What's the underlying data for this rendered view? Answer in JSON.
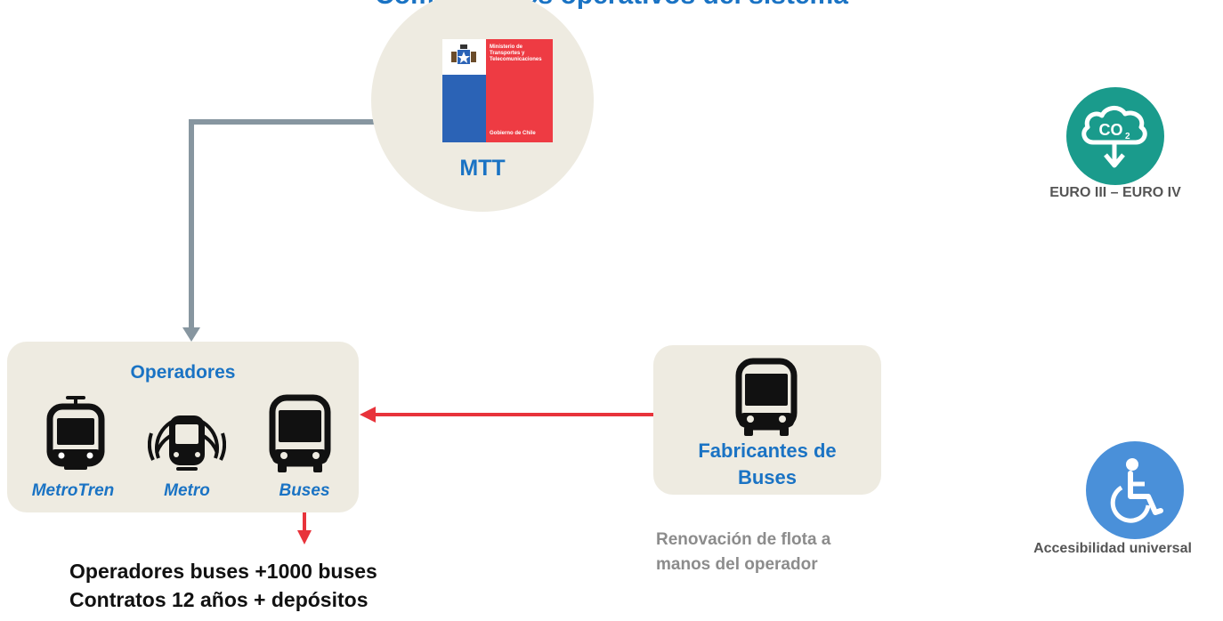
{
  "title": "Componentes operativos del sistema",
  "mtt": {
    "label": "MTT",
    "logo_text_top": [
      "Ministerio de",
      "Transportes y",
      "Telecomunicaciones"
    ],
    "logo_text_bottom": "Gobierno de Chile",
    "logo_colors": {
      "blue": "#2b63b6",
      "red": "#ee3b43"
    }
  },
  "operadores": {
    "title": "Operadores",
    "modes": [
      {
        "label": "MetroTren",
        "icon": "tram-icon"
      },
      {
        "label": "Metro",
        "icon": "metro-icon"
      },
      {
        "label": "Buses",
        "icon": "bus-icon"
      }
    ]
  },
  "fabricantes": {
    "label_line1": "Fabricantes de",
    "label_line2": "Buses",
    "icon": "bus-icon"
  },
  "notes": {
    "operadores_line1": "Operadores buses +1000 buses",
    "operadores_line2": "Contratos 12 años + depósitos",
    "renovacion_line1": "Renovación de flota a",
    "renovacion_line2": "manos del operador"
  },
  "badges": {
    "emissions": {
      "label": "EURO III – EURO IV",
      "icon": "co2-cloud-icon",
      "color": "#1a9b8c"
    },
    "accessibility": {
      "label": "Accesibilidad universal",
      "icon": "wheelchair-icon",
      "color": "#4a90d9"
    }
  },
  "colors": {
    "accent_blue": "#1a73c4",
    "gray_connector": "#8796a0",
    "red_arrow": "#e8333b",
    "box_fill": "#eeebe1"
  }
}
